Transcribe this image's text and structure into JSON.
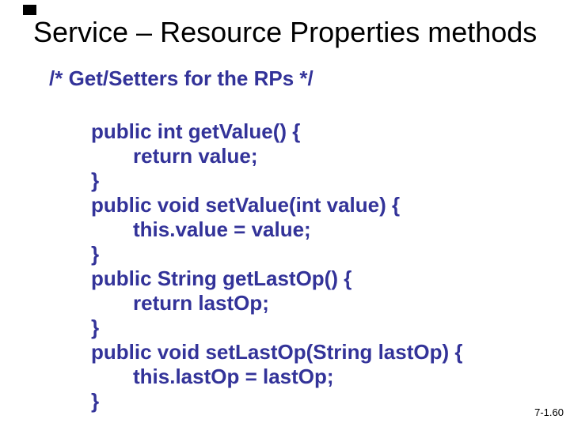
{
  "slide": {
    "title": "Service – Resource Properties methods",
    "comment": "/* Get/Setters for the RPs */",
    "code": {
      "lines": [
        {
          "text": "public int getValue() {",
          "indent": 0
        },
        {
          "text": "return value;",
          "indent": 1
        },
        {
          "text": "}",
          "indent": 0
        },
        {
          "text": "public void setValue(int value) {",
          "indent": 0
        },
        {
          "text": "this.value = value;",
          "indent": 1
        },
        {
          "text": "}",
          "indent": 0
        },
        {
          "text": "public String getLastOp() {",
          "indent": 0
        },
        {
          "text": "return lastOp;",
          "indent": 1
        },
        {
          "text": "}",
          "indent": 0
        },
        {
          "text": "public void setLastOp(String lastOp) {",
          "indent": 0
        },
        {
          "text": "this.lastOp = lastOp;",
          "indent": 1
        },
        {
          "text": "}",
          "indent": 0
        }
      ]
    },
    "footer": {
      "page_number": "7-1.60"
    },
    "colors": {
      "code_blue": "#333399",
      "title_black": "#000000",
      "background": "#ffffff"
    }
  }
}
